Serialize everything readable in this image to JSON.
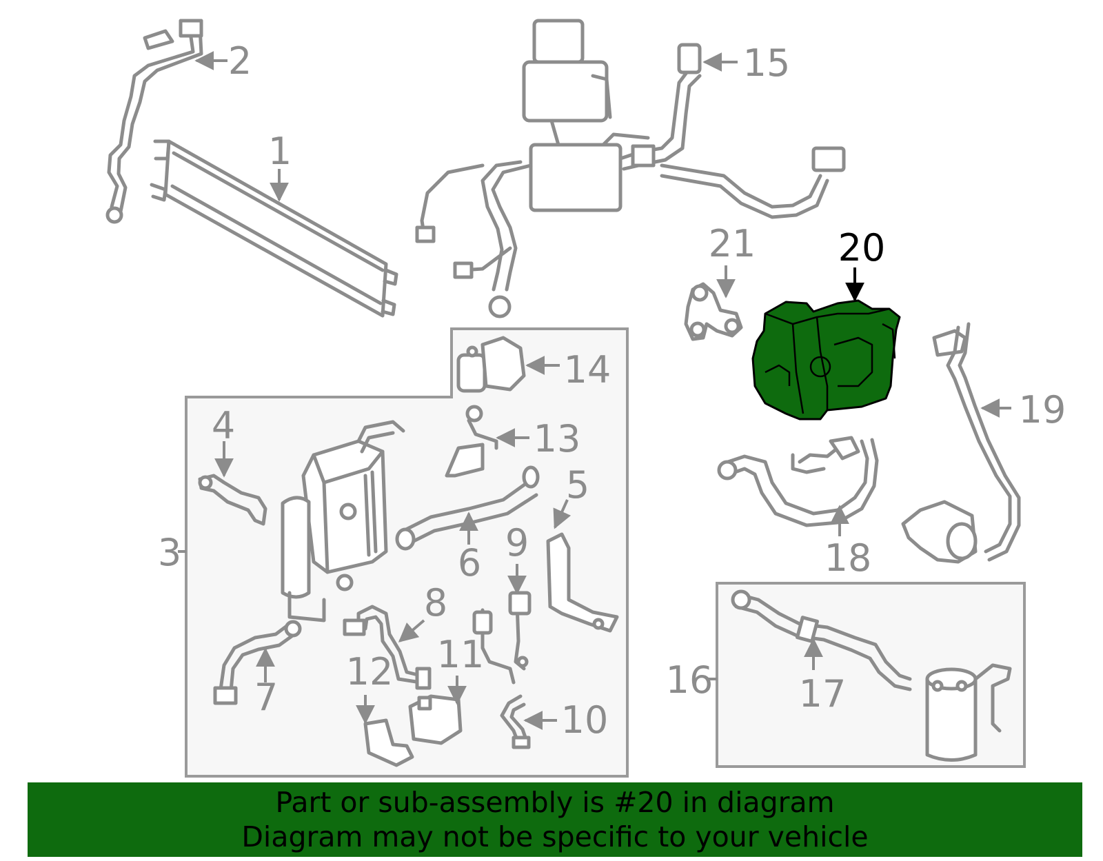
{
  "colors": {
    "highlight": "#0e6b0e",
    "line": "#8c8c8c",
    "box_fill": "#f7f7f7",
    "footer_bg": "#0e6b0e"
  },
  "callouts": {
    "c1": "1",
    "c2": "2",
    "c3": "3",
    "c4": "4",
    "c5": "5",
    "c6": "6",
    "c7": "7",
    "c8": "8",
    "c9": "9",
    "c10": "10",
    "c11": "11",
    "c12": "12",
    "c13": "13",
    "c14": "14",
    "c15": "15",
    "c16": "16",
    "c17": "17",
    "c18": "18",
    "c19": "19",
    "c20": "20",
    "c21": "21"
  },
  "highlighted_part": "20",
  "footer": {
    "line1": "Part or sub-assembly is #20 in diagram",
    "line2": "Diagram may not be specific to your vehicle"
  }
}
